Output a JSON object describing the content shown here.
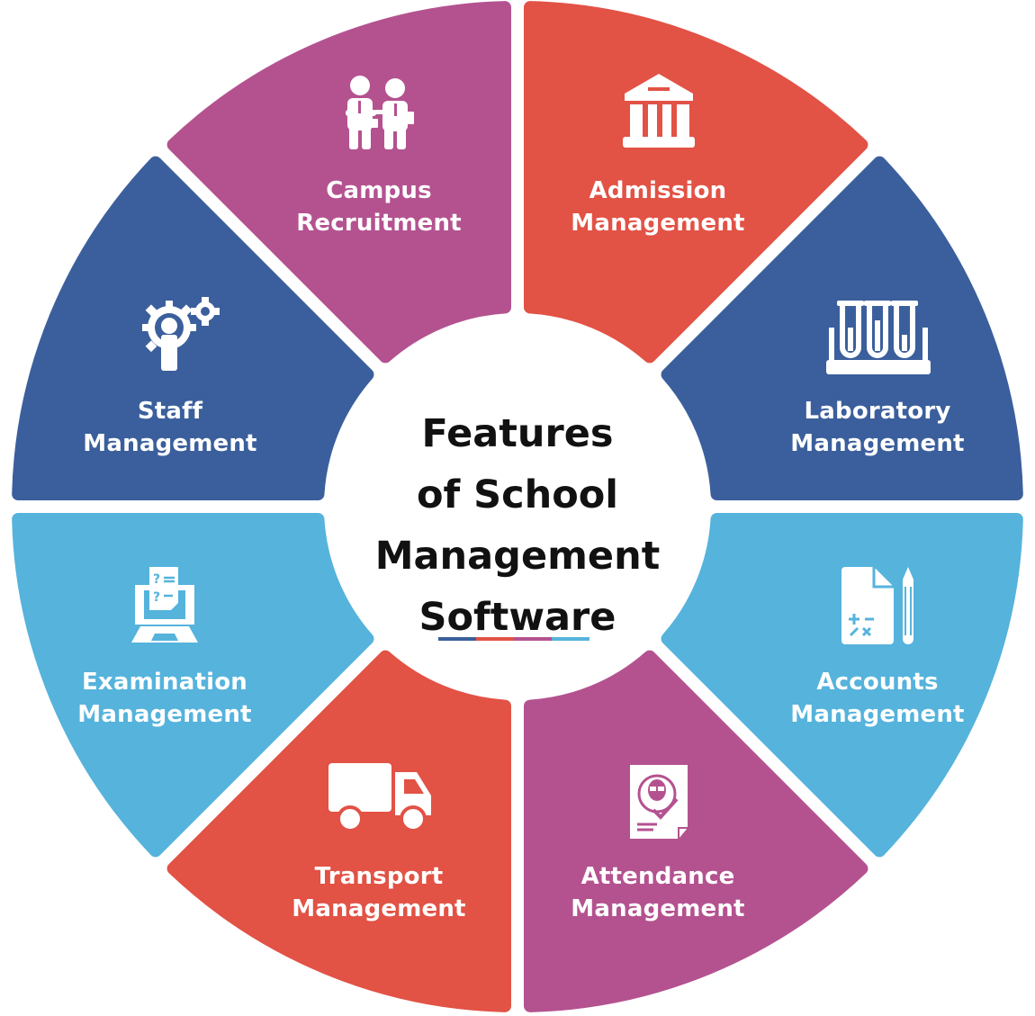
{
  "title": {
    "line1": "Features",
    "line2": "of School",
    "line3": "Management",
    "line4": "Software"
  },
  "colors": {
    "blue": "#3b5f9c",
    "red": "#e25245",
    "purple": "#b45290",
    "light_blue": "#55b3dc",
    "white": "#ffffff",
    "title_text": "#111111"
  },
  "underline_colors": [
    "#3b5f9c",
    "#e25245",
    "#b45290",
    "#55b3dc"
  ],
  "segments": [
    {
      "id": "campus-recruitment",
      "line1": "Campus",
      "line2": "Recruitment",
      "color": "#b45290",
      "icon": "business-people-icon"
    },
    {
      "id": "admission-management",
      "line1": "Admission",
      "line2": "Management",
      "color": "#e25245",
      "icon": "institution-building-icon"
    },
    {
      "id": "laboratory-management",
      "line1": "Laboratory",
      "line2": "Management",
      "color": "#3b5f9c",
      "icon": "test-tubes-icon"
    },
    {
      "id": "accounts-management",
      "line1": "Accounts",
      "line2": "Management",
      "color": "#55b3dc",
      "icon": "calculation-document-pencil-icon"
    },
    {
      "id": "attendance-management",
      "line1": "Attendance",
      "line2": "Management",
      "color": "#b45290",
      "icon": "attendance-profile-check-icon"
    },
    {
      "id": "transport-management",
      "line1": "Transport",
      "line2": "Management",
      "color": "#e25245",
      "icon": "delivery-truck-icon"
    },
    {
      "id": "examination-management",
      "line1": "Examination",
      "line2": "Management",
      "color": "#55b3dc",
      "icon": "online-exam-laptop-icon"
    },
    {
      "id": "staff-management",
      "line1": "Staff",
      "line2": "Management",
      "color": "#3b5f9c",
      "icon": "person-gears-icon"
    }
  ]
}
